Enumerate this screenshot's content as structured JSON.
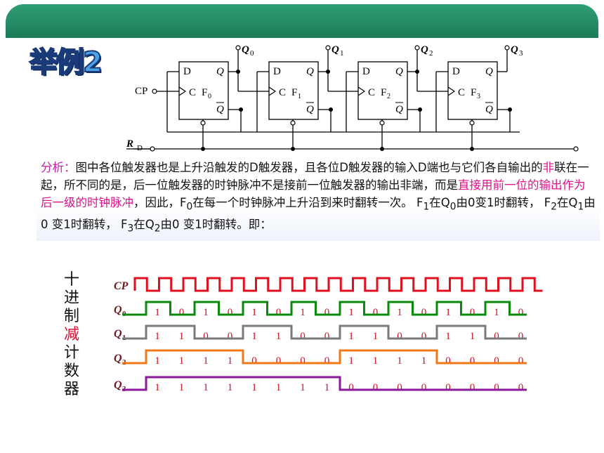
{
  "header": {
    "badge": "举例2"
  },
  "circuit": {
    "clock_label": "CP",
    "reset_label": "R",
    "reset_sub": "D",
    "flipflops": [
      {
        "name": "F",
        "sub": "0",
        "d": "D",
        "c": "C",
        "q": "Q",
        "qbar": "Q",
        "out": "Q",
        "out_sub": "0"
      },
      {
        "name": "F",
        "sub": "1",
        "d": "D",
        "c": "C",
        "q": "Q",
        "qbar": "Q",
        "out": "Q",
        "out_sub": "1"
      },
      {
        "name": "F",
        "sub": "2",
        "d": "D",
        "c": "C",
        "q": "Q",
        "qbar": "Q",
        "out": "Q",
        "out_sub": "2"
      },
      {
        "name": "F",
        "sub": "3",
        "d": "D",
        "c": "C",
        "q": "Q",
        "qbar": "Q",
        "out": "Q",
        "out_sub": "3"
      }
    ]
  },
  "analysis": {
    "lead": "分析：",
    "t1": "图中各位触发器也是上升沿触发的D触发器，且各位D触发器的输入D端也与它们各自输出的",
    "h1": "非",
    "t2": "联在一起，所不同的是，后一位触发器的时钟脉冲不是接前一位触发器的输出非端，而是",
    "h2": "直接用前一位的输出作为后一级的时钟脉冲",
    "t3": "，因此，F",
    "s3": "0",
    "t4": "在每一个时钟脉冲上升沿到来时翻转一次。 F",
    "s4": "1",
    "t5": "在Q",
    "s5": "0",
    "t6": "由0变1时翻转， F",
    "s6": "2",
    "t7": "在Q",
    "s7": "1",
    "t8": "由0 变1时翻转， F",
    "s8": "3",
    "t9": "在Q",
    "s9": "2",
    "t10": "由0 变1时翻转。即："
  },
  "side_title": [
    "十",
    "进",
    "制",
    "减",
    "计",
    "数",
    "器"
  ],
  "colors": {
    "cp": "#e01020",
    "q0": "#0a8a0a",
    "q1": "#7a7a7a",
    "q2": "#f07818",
    "q3": "#8a1a9a",
    "bits": "#d01020"
  },
  "timing": {
    "signals": [
      {
        "label": "CP",
        "sub": "",
        "color": "#e01020"
      },
      {
        "label": "Q",
        "sub": "0",
        "color": "#0a8a0a",
        "bits": [
          "1",
          "0",
          "1",
          "0",
          "1",
          "0",
          "1",
          "0",
          "1",
          "0",
          "1",
          "0",
          "1",
          "0",
          "1",
          "0"
        ]
      },
      {
        "label": "Q",
        "sub": "1",
        "color": "#7a7a7a",
        "bits": [
          "1",
          "1",
          "0",
          "0",
          "1",
          "1",
          "0",
          "0",
          "1",
          "1",
          "0",
          "0",
          "1",
          "1",
          "0",
          "0"
        ]
      },
      {
        "label": "Q",
        "sub": "2",
        "color": "#f07818",
        "bits": [
          "1",
          "1",
          "1",
          "1",
          "0",
          "0",
          "0",
          "0",
          "1",
          "1",
          "1",
          "1",
          "0",
          "0",
          "0",
          "0"
        ]
      },
      {
        "label": "Q",
        "sub": "3",
        "color": "#8a1a9a",
        "bits": [
          "1",
          "1",
          "1",
          "1",
          "1",
          "1",
          "1",
          "1",
          "0",
          "0",
          "0",
          "0",
          "0",
          "0",
          "0",
          "0"
        ]
      }
    ]
  }
}
